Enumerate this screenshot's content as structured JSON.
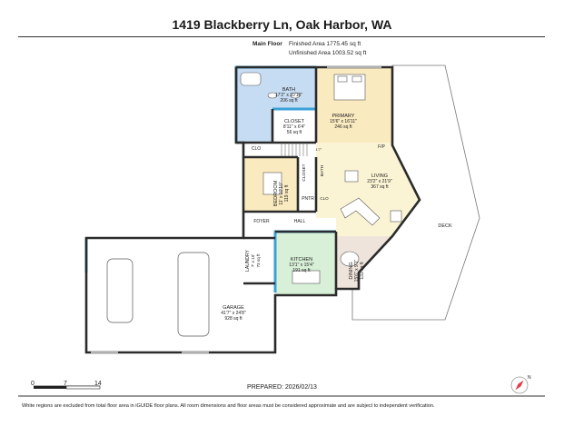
{
  "title": "1419 Blackberry Ln, Oak Harbor, WA",
  "floor": {
    "name": "Main Floor",
    "finished": "Finished Area 1775.45 sq ft",
    "unfinished": "Unfinished Area 1003.52 sq ft"
  },
  "rooms": {
    "bath": {
      "name": "BATH",
      "dims": "17'2\" x 10'10\"",
      "area": "206 sq ft"
    },
    "primary": {
      "name": "PRIMARY",
      "dims": "15'6\" x 16'11\"",
      "area": "246 sq ft"
    },
    "closet": {
      "name": "CLOSET",
      "dims": "8'11\" x 6'4\"",
      "area": "56 sq ft"
    },
    "bedroom": {
      "name": "BEDROOM",
      "dims": "11' x 10'10\"",
      "area": "119 sq ft"
    },
    "living": {
      "name": "LIVING",
      "dims": "23'2\" x 21'9\"",
      "area": "367 sq ft"
    },
    "kitchen": {
      "name": "KITCHEN",
      "dims": "13'1\" x 15'4\"",
      "area": "191 sq ft"
    },
    "dining": {
      "name": "DINING",
      "dims": "15'6\" x 9'1\"",
      "area": "133 sq ft"
    },
    "laundry": {
      "name": "LAUNDRY",
      "dims": "7' x 10'",
      "area": "73 sq ft"
    },
    "garage": {
      "name": "GARAGE",
      "dims": "41'7\" x 24'8\"",
      "area": "928 sq ft"
    },
    "clo1": "CLO",
    "clo2": "CLO",
    "closet_small": "CLOSET",
    "bath_small": "BATH",
    "pntr": "PNTR",
    "foyer": "FOYER",
    "hall": "HALL",
    "deck": "DECK",
    "fp": "F/P",
    "step": "1'7\""
  },
  "scale": {
    "s0": "0",
    "s7": "7",
    "s14": "14"
  },
  "prepared": "PREPARED: 2026/02/13",
  "footnote": "White regions are excluded from total floor area in iGUIDE floor plans. All room dimensions and floor areas must be considered approximate and are subject to independent verification.",
  "colors": {
    "bath": "#c6dcf2",
    "primary": "#faeabf",
    "living": "#fbf4d4",
    "kitchen": "#d8efd8",
    "dining": "#efe4db",
    "wall": "#2b2b2b",
    "accent": "#3aa1d8"
  }
}
